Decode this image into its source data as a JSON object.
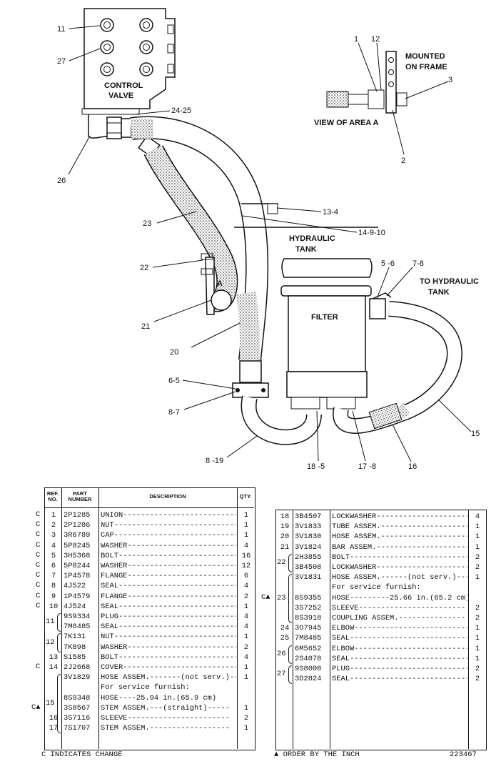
{
  "diagram": {
    "control_valve_label": [
      "CONTROL",
      "VALVE"
    ],
    "hydraulic_tank_label": [
      "HYDRAULIC",
      "TANK"
    ],
    "filter_label": "FILTER",
    "to_hydraulic_tank_label": [
      "TO HYDRAULIC",
      "TANK"
    ],
    "mounted_label": [
      "MOUNTED",
      "ON FRAME"
    ],
    "view_label": "VIEW OF AREA A",
    "area_marker": "A",
    "callouts": {
      "c11": "11",
      "c27": "27",
      "c1": "1",
      "c12": "12",
      "c3": "3",
      "c2": "2",
      "c2425": "24-25",
      "c26": "26",
      "c134": "13-4",
      "c14910": "14-9-10",
      "c23": "23",
      "c22": "22",
      "c21": "21",
      "c20": "20",
      "c56": "5 -6",
      "c78top": "7-8",
      "c65": "6-5",
      "c87": "8-7",
      "c819": "8 -19",
      "c185": "18 -5",
      "c178": "17 -8",
      "c16": "16",
      "c15": "15"
    }
  },
  "table_headers": {
    "ref": [
      "REF.",
      "NO."
    ],
    "part": [
      "PART",
      "NUMBER"
    ],
    "desc": "DESCRIPTION",
    "qty": "QTY."
  },
  "left_rows": [
    {
      "flag": "C",
      "ref": "1",
      "part": "2P1285",
      "desc": "UNION-----------------------------",
      "qty": "1"
    },
    {
      "flag": "C",
      "ref": "2",
      "part": "2P1286",
      "desc": "NUT-------------------------------",
      "qty": "1"
    },
    {
      "flag": "C",
      "ref": "3",
      "part": "3R6789",
      "desc": "CAP-------------------------------",
      "qty": "1"
    },
    {
      "flag": "C",
      "ref": "4",
      "part": "5P8245",
      "desc": "WASHER----------------------------",
      "qty": "4"
    },
    {
      "flag": "C",
      "ref": "5",
      "part": "3H5368",
      "desc": "BOLT------------------------------",
      "qty": "16"
    },
    {
      "flag": "C",
      "ref": "6",
      "part": "5P8244",
      "desc": "WASHER----------------------------",
      "qty": "12"
    },
    {
      "flag": "C",
      "ref": "7",
      "part": "1P4578",
      "desc": "FLANGE----------------------------",
      "qty": "6"
    },
    {
      "flag": "C",
      "ref": "8",
      "part": "4J522",
      "desc": "SEAL------------------------------",
      "qty": "4"
    },
    {
      "flag": "C",
      "ref": "9",
      "part": "1P4579",
      "desc": "FLANGE----------------------------",
      "qty": "2"
    },
    {
      "flag": "C",
      "ref": "10",
      "part": "4J524",
      "desc": "SEAL------------------------------",
      "qty": "1"
    },
    {
      "flag": "",
      "ref": "",
      "part": "9S9334",
      "desc": "PLUG------------------------------",
      "qty": "4"
    },
    {
      "flag": "",
      "ref": "",
      "part": "7M8485",
      "desc": "SEAL------------------------------",
      "qty": "4"
    },
    {
      "flag": "",
      "ref": "",
      "part": "7K131",
      "desc": "NUT-------------------------------",
      "qty": "1"
    },
    {
      "flag": "",
      "ref": "",
      "part": "7K898",
      "desc": "WASHER----------------------------",
      "qty": "2"
    },
    {
      "flag": "",
      "ref": "13",
      "part": "S1585",
      "desc": "BOLT------------------------------",
      "qty": "4"
    },
    {
      "flag": "C",
      "ref": "14",
      "part": "2J2668",
      "desc": "COVER-----------------------------",
      "qty": "1"
    },
    {
      "flag": "",
      "ref": "",
      "part": "3V1829",
      "desc": "HOSE ASSEM.-------(not serv.)-----",
      "qty": "1"
    },
    {
      "flag": "",
      "ref": "",
      "part": "",
      "desc": "     For service furnish:",
      "qty": ""
    },
    {
      "flag": "",
      "ref": "",
      "part": "8S9348",
      "desc": "     HOSE----25.94 in.(65.9 cm)",
      "qty": ""
    },
    {
      "flag": "",
      "ref": "",
      "part": "3S8567",
      "desc": "     STEM ASSEM.---(straight)-----",
      "qty": "1"
    },
    {
      "flag": "",
      "ref": "16",
      "part": "3S7116",
      "desc": "     SLEEVE-----------------------",
      "qty": "2"
    },
    {
      "flag": "",
      "ref": "17",
      "part": "7S1707",
      "desc": "     STEM ASSEM.------------------",
      "qty": "1"
    }
  ],
  "left_groups": [
    {
      "ref": "11",
      "start": 10,
      "end": 11
    },
    {
      "ref": "12",
      "start": 12,
      "end": 13
    },
    {
      "ref": "15",
      "start": 16,
      "end": 21
    }
  ],
  "left_ca": {
    "text": "C▲",
    "row": 19
  },
  "right_rows": [
    {
      "ref": "18",
      "part": "3B4507",
      "desc": "LOCKWASHER-------------------------",
      "qty": "4"
    },
    {
      "ref": "19",
      "part": "3V1833",
      "desc": "TUBE ASSEM.------------------------",
      "qty": "1"
    },
    {
      "ref": "20",
      "part": "3V1830",
      "desc": "HOSE ASSEM.------------------------",
      "qty": "1"
    },
    {
      "ref": "21",
      "part": "3V1824",
      "desc": "BAR ASSEM.-------------------------",
      "qty": "1"
    },
    {
      "ref": "",
      "part": "2H3855",
      "desc": "BOLT-------------------------------",
      "qty": "2"
    },
    {
      "ref": "",
      "part": "3B4508",
      "desc": "LOCKWASHER-------------------------",
      "qty": "2"
    },
    {
      "ref": "",
      "part": "3V1831",
      "desc": "HOSE ASSEM.------(not serv.)-------",
      "qty": "1"
    },
    {
      "ref": "",
      "part": "",
      "desc": "     For service furnish:",
      "qty": ""
    },
    {
      "ref": "",
      "part": "8S9355",
      "desc": "     HOSE---------25.66 in.(65.2 cm)",
      "qty": ""
    },
    {
      "ref": "",
      "part": "3S7252",
      "desc": "     SLEEVE------------------------",
      "qty": "2"
    },
    {
      "ref": "",
      "part": "8S3918",
      "desc": "     COUPLING ASSEM.---------------",
      "qty": "2"
    },
    {
      "ref": "24",
      "part": "3O7945",
      "desc": "ELBOW------------------------------",
      "qty": "1"
    },
    {
      "ref": "25",
      "part": "7M8485",
      "desc": "SEAL-------------------------------",
      "qty": "1"
    },
    {
      "ref": "",
      "part": "6M5652",
      "desc": "ELBOW------------------------------",
      "qty": "1"
    },
    {
      "ref": "",
      "part": "2S4078",
      "desc": "SEAL-------------------------------",
      "qty": "1"
    },
    {
      "ref": "",
      "part": "9S8008",
      "desc": "PLUG-------------------------------",
      "qty": "2"
    },
    {
      "ref": "",
      "part": "3D2824",
      "desc": "SEAL-------------------------------",
      "qty": "2"
    }
  ],
  "right_groups": [
    {
      "ref": "22",
      "start": 4,
      "end": 5
    },
    {
      "ref": "23",
      "start": 6,
      "end": 10
    },
    {
      "ref": "26",
      "start": 13,
      "end": 14
    },
    {
      "ref": "27",
      "start": 15,
      "end": 16
    }
  ],
  "right_ca": {
    "text": "C▲",
    "row": 8
  },
  "footer": {
    "left_note": "C INDICATES CHANGE",
    "right_note": "▲ ORDER BY THE INCH",
    "figure_number": "223467"
  }
}
